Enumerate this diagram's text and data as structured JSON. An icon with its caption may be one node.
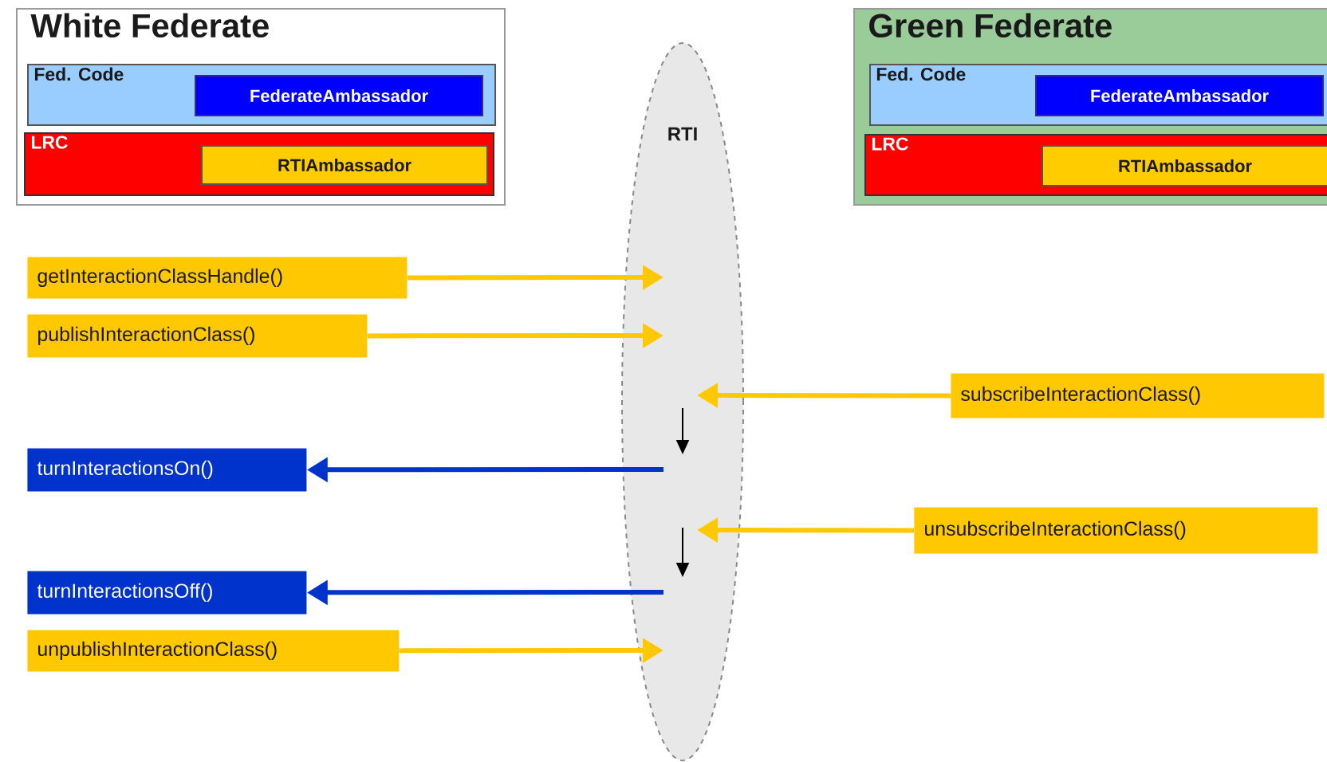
{
  "diagram": {
    "nodes": [
      {
        "text": [
          "White Federate"
        ]
      },
      {
        "text": [
          "Fed. Code"
        ],
        "in": 0
      },
      {
        "text": [
          "FederateAmbassador"
        ],
        "in": 1
      },
      {
        "text": [
          "LRC"
        ],
        "in": 0
      },
      {
        "text": [
          "RTIAmbassador"
        ],
        "in": 3
      },
      {
        "text": [
          "Green Federate"
        ]
      },
      {
        "text": [
          "Fed. Code"
        ],
        "in": 5
      },
      {
        "text": [
          "FederateAmbassador"
        ],
        "in": 6
      },
      {
        "text": [
          "LRC"
        ],
        "in": 5
      },
      {
        "text": [
          "RTIAmbassador"
        ],
        "in": 8
      },
      {
        "text": [
          "RTI"
        ]
      },
      {
        "text": [
          "getInteractionClassHandle()"
        ]
      },
      {
        "text": [
          "publishInteractionClass()"
        ]
      },
      {
        "text": [
          "subscribeInteractionClass()"
        ]
      },
      {
        "text": [
          "turnInteractionsOn()"
        ]
      },
      {
        "text": [
          "unsubscribeInteractionClass()"
        ]
      },
      {
        "text": [
          "turnInteractionsOff()"
        ]
      },
      {
        "text": [
          "unpublishInteractionClass()"
        ]
      }
    ],
    "edges": [
      {
        "from": 11,
        "to": 10,
        "arrow": "to"
      },
      {
        "from": 12,
        "to": 10,
        "arrow": "to"
      },
      {
        "from": 13,
        "to": 10,
        "arrow": "to"
      },
      {
        "from": 10,
        "to": 14,
        "arrow": "to",
        "color": "#0033cc"
      },
      {
        "from": 15,
        "to": 10,
        "arrow": "to"
      },
      {
        "from": 10,
        "to": 16,
        "arrow": "to",
        "color": "#0033cc"
      },
      {
        "from": 17,
        "to": 10,
        "arrow": "to"
      }
    ]
  }
}
